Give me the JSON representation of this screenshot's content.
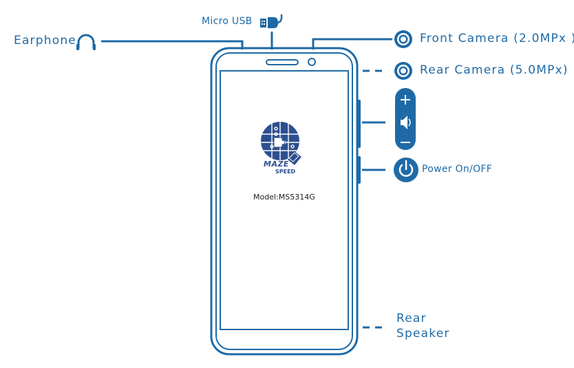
{
  "labels": {
    "earphone": "Earphone",
    "micro_usb": "Micro USB",
    "front_camera": "Front Camera (2.0MPx )",
    "rear_camera": "Rear Camera (5.0MPx)",
    "power": "Power On/OFF",
    "rear_speaker_line1": "Rear",
    "rear_speaker_line2": "Speaker"
  },
  "screen": {
    "logo_brand": "MAZE",
    "logo_tagline": "SPEED",
    "model": "Model:MS5314G"
  },
  "colors": {
    "accent": "#1f6aa6",
    "logo": "#2d4f8f"
  },
  "icons": [
    "headphones-icon",
    "usb-plug-icon",
    "camera-lens-icon",
    "volume-rocker-icon",
    "power-icon"
  ]
}
